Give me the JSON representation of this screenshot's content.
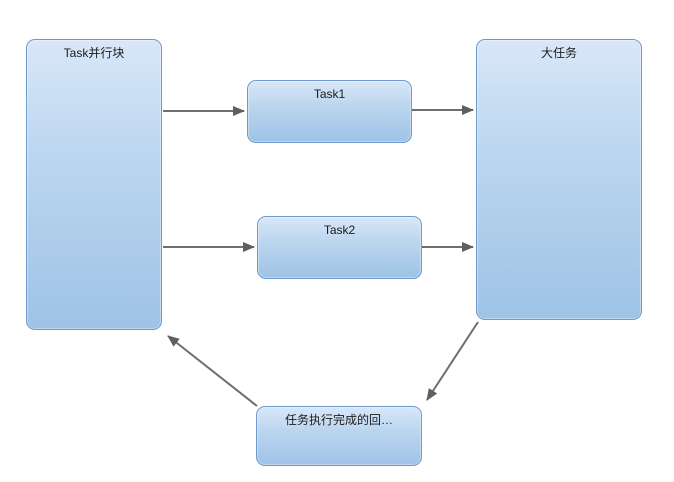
{
  "diagram": {
    "title": "task-parallel-flow-diagram",
    "nodes": {
      "parallel_block": {
        "label": "Task并行块"
      },
      "task1": {
        "label": "Task1"
      },
      "task2": {
        "label": "Task2"
      },
      "big_task": {
        "label": "大任务"
      },
      "callback": {
        "label": "任务执行完成的回…"
      }
    },
    "edges": [
      {
        "from": "parallel_block",
        "to": "task1"
      },
      {
        "from": "task1",
        "to": "big_task"
      },
      {
        "from": "parallel_block",
        "to": "task2"
      },
      {
        "from": "task2",
        "to": "big_task"
      },
      {
        "from": "big_task",
        "to": "callback"
      },
      {
        "from": "callback",
        "to": "parallel_block"
      }
    ],
    "colors": {
      "background": "#ffffff",
      "node_fill_top": "#d8e7f8",
      "node_fill_mid": "#bcd6ef",
      "node_fill_bottom": "#9ec3e6",
      "node_border": "#6d99cd",
      "arrow_line": "#6e6e6e",
      "arrow_head": "#5f5f5f",
      "text": "#1c1c1c"
    }
  }
}
